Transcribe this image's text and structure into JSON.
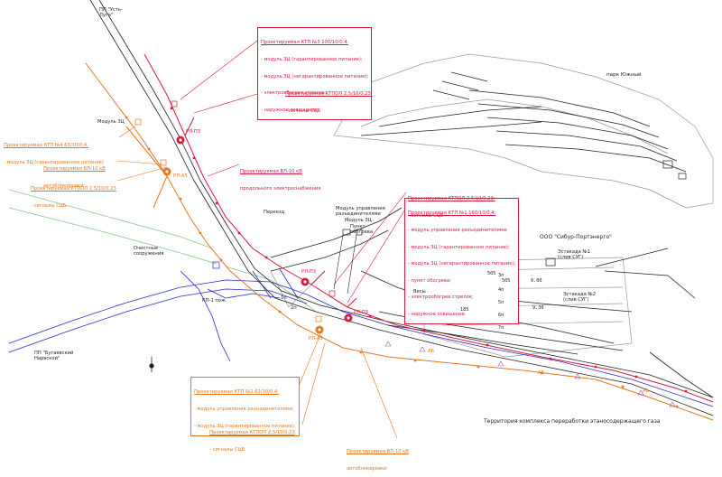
{
  "boxes": {
    "ktp3": {
      "title": "Проектируемая КТП №3 100/10/0,4:",
      "lines": [
        "- модуль ЗЦ (гарантированное питание);",
        "- модуль ЗЦ (негарантированное питание);",
        "- электрообогрев стрелок;",
        "- наружное освещение."
      ]
    },
    "ktp1": {
      "title": "Проектируемая КТП №1 160/10/0,4:",
      "lines": [
        "- модуль управления разъединителями;",
        "- модуль ЗЦ (гарантированное питание);",
        "- модуль ЗЦ (негарантированное питание);",
        "- пункт обогрева;",
        "- электрообогрев стрелок;",
        "- наружное освещение."
      ]
    },
    "ktp2": {
      "title": "Проектируемая КТП №2 63/10/0,4:",
      "lines": [
        "- модуль управления разъединителями;",
        "- модуль ЗЦ (гарантированное питание)."
      ]
    }
  },
  "callouts": {
    "ktpol_top": {
      "title": "Проектируемая КТПОЛ 2,5/10/0,23:",
      "sub": "- сигналы СЦБ"
    },
    "vl_prod": {
      "title": "Проектируемая ВЛ-10 кВ",
      "sub": "продольного электроснабжения"
    },
    "ktpol_mid": {
      "title": "Проектируемая КТПОЛ 2,5/10/0,23:",
      "sub": "- сигналы СЦБ"
    },
    "ktp4": {
      "title": "Проектируемая КТП №4 63/10/0,4:",
      "sub": "- модуль ЗЦ (гарантированное питание)"
    },
    "vl_ab_left": {
      "title": "Проектируемая ВЛ-10 кВ",
      "sub": "автоблокировки"
    },
    "ktpol_left": {
      "title": "Проектируемая КТПОЛ 2,5/10/0,23",
      "sub": "- сигналы СЦБ"
    },
    "ktpol_bottom": {
      "title": "Проектируемая КТПОЛ 2,5/10/0,23",
      "sub": "- сигналы СЦБ"
    },
    "vl_ab_bottom": {
      "title": "Проектируемая ВЛ-10 кВ",
      "sub": "автоблокировки"
    }
  },
  "labels": {
    "park": "парк Южный",
    "company": "ООО \"Сибур-Портэнерго\"",
    "territory": "Территория комплекса переработки этаносодержащего газа",
    "pereezd": "Переезд",
    "ochistnye": "Очистные\nсооружения",
    "module_upr": "Модуль управления\nразъединителями",
    "modul_zc": "Модуль ЗЦ",
    "punkt": "Пункт\nобогрева",
    "vesy": "Весы",
    "estakada1": "Эстакада №1\n(слив СУГ)",
    "estakada2": "Эстакада №2\n(слив СУГ)",
    "port": "ПП \"Усть-\nЛуга\"",
    "bugaevo": "ПП \"Бугаевский\nНарвской\"",
    "modul_zc_left": "Модуль ЗЦ",
    "track1": "1п",
    "track2": "2п",
    "kp": "КП-1 пож.",
    "ab_top": "АБ",
    "ab_mid": "АБ",
    "ab_bot": "АБ"
  },
  "stations": {
    "rl_p3_top": "РЛ-П3",
    "rl_a5_left": "РЛ-А5",
    "rl_p3_mid": "РЛ-П3",
    "rl_p3_low": "РЛ-П3",
    "rl_a5_low": "РЛ-А5"
  },
  "track_numbers": {
    "t505a": "505",
    "t505b": "505",
    "t300": "9.00",
    "t185": "185",
    "t930": "9.30",
    "t3p": "3п",
    "t4p": "4п",
    "t5p": "5п",
    "t6p": "6п",
    "t7p": "7п"
  },
  "colors": {
    "power": "#d81a3c",
    "auto": "#e8761a",
    "tracks": "#2a2ad0",
    "green": "#8cc98c",
    "gray": "#9a9a9a",
    "text": "#222222"
  }
}
